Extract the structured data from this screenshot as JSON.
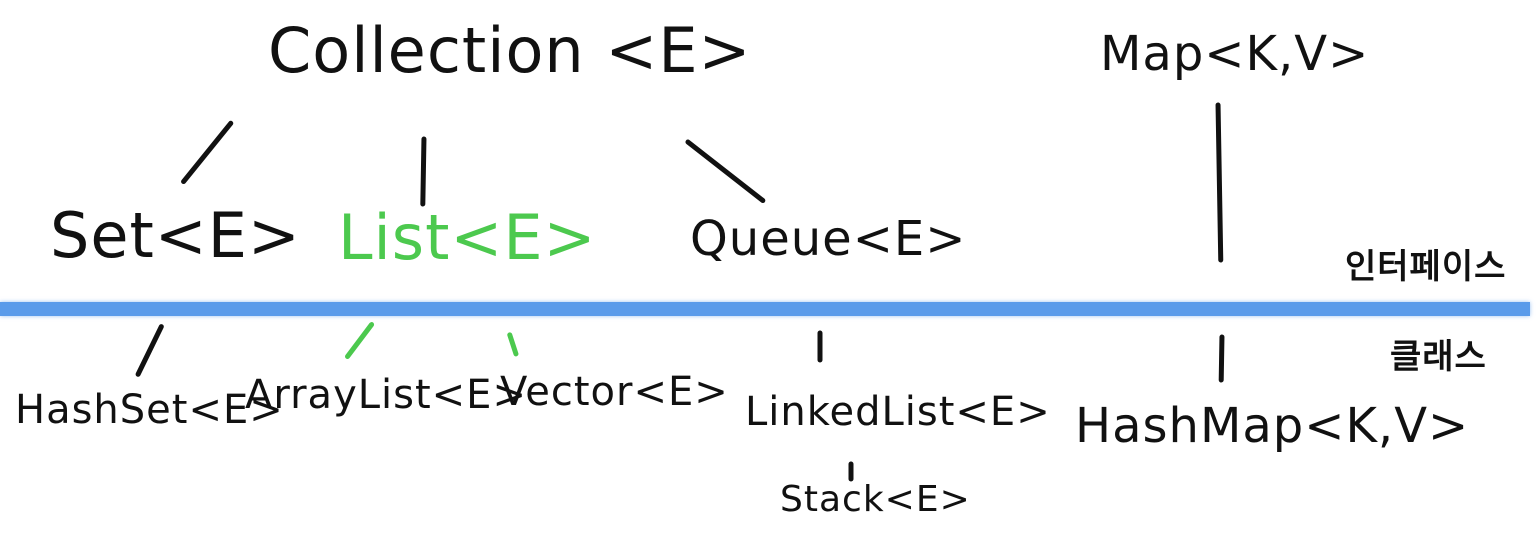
{
  "diagram": {
    "interfaces": {
      "collection": "Collection <E>",
      "map": "Map<K,V>",
      "set": "Set<E>",
      "list": "List<E>",
      "queue": "Queue<E>"
    },
    "classes": {
      "hashset": "HashSet<E>",
      "arraylist": "ArrayList<E>",
      "vector": "Vector<E>",
      "linkedlist": "LinkedList<E>",
      "stack": "Stack<E>",
      "hashmap": "HashMap<K,V>"
    },
    "labels": {
      "interface_label": "인터페이스",
      "class_label": "클래스"
    },
    "colors": {
      "ink": "#111111",
      "highlight": "#4cc94e",
      "separator": "#5a9bea"
    }
  }
}
